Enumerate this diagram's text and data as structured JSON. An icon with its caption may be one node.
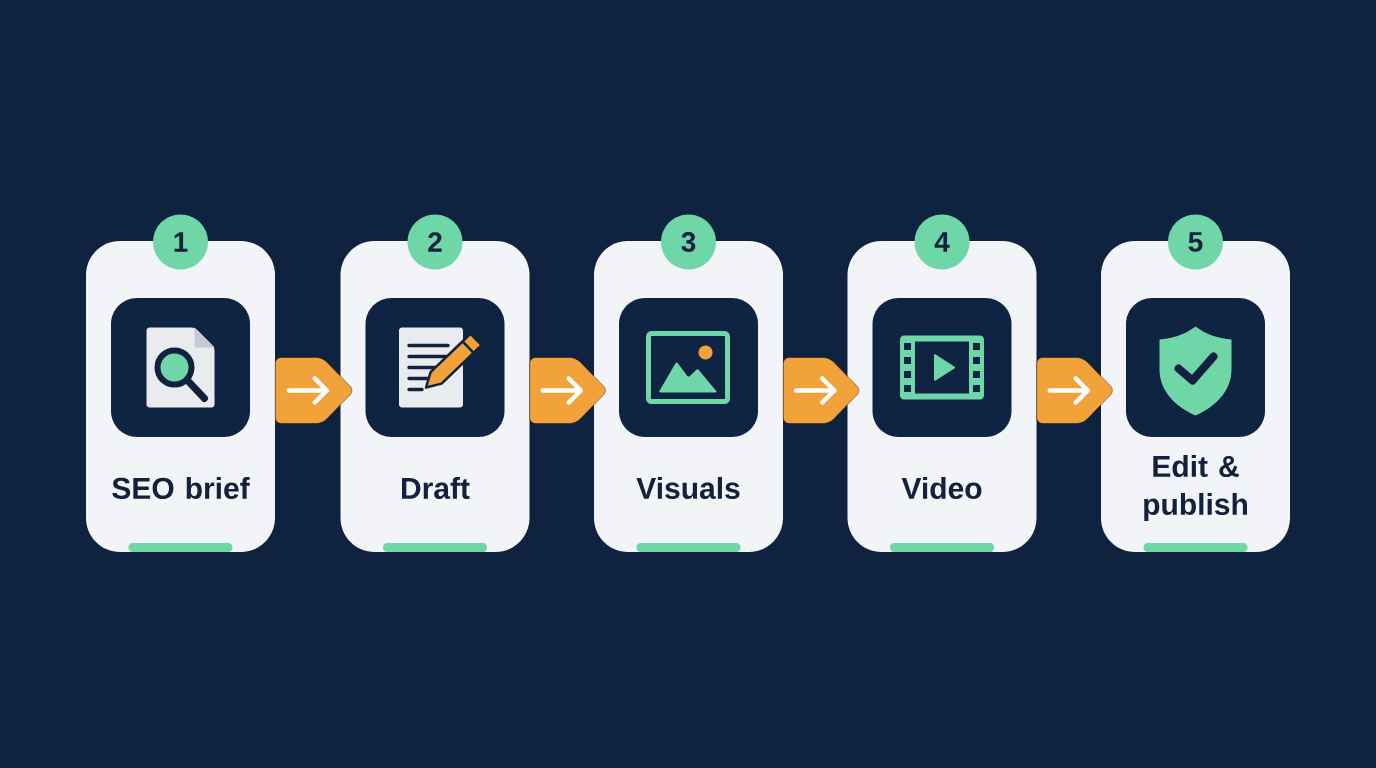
{
  "diagram": {
    "nodes": [
      {
        "text": [
          "1"
        ]
      },
      {
        "text": [
          "SEO brief"
        ]
      },
      {
        "text": [
          "2"
        ]
      },
      {
        "text": [
          "Draft"
        ]
      },
      {
        "text": [
          "3"
        ]
      },
      {
        "text": [
          "Visuals"
        ]
      },
      {
        "text": [
          "4"
        ]
      },
      {
        "text": [
          "Video"
        ]
      },
      {
        "text": [
          "5"
        ]
      },
      {
        "text": [
          "Edit & publish"
        ]
      }
    ],
    "edges": [
      {
        "from": 1,
        "to": 3,
        "arrow": "to"
      },
      {
        "from": 3,
        "to": 5,
        "arrow": "to"
      },
      {
        "from": 5,
        "to": 7,
        "arrow": "to"
      },
      {
        "from": 7,
        "to": 9,
        "arrow": "to"
      }
    ]
  }
}
